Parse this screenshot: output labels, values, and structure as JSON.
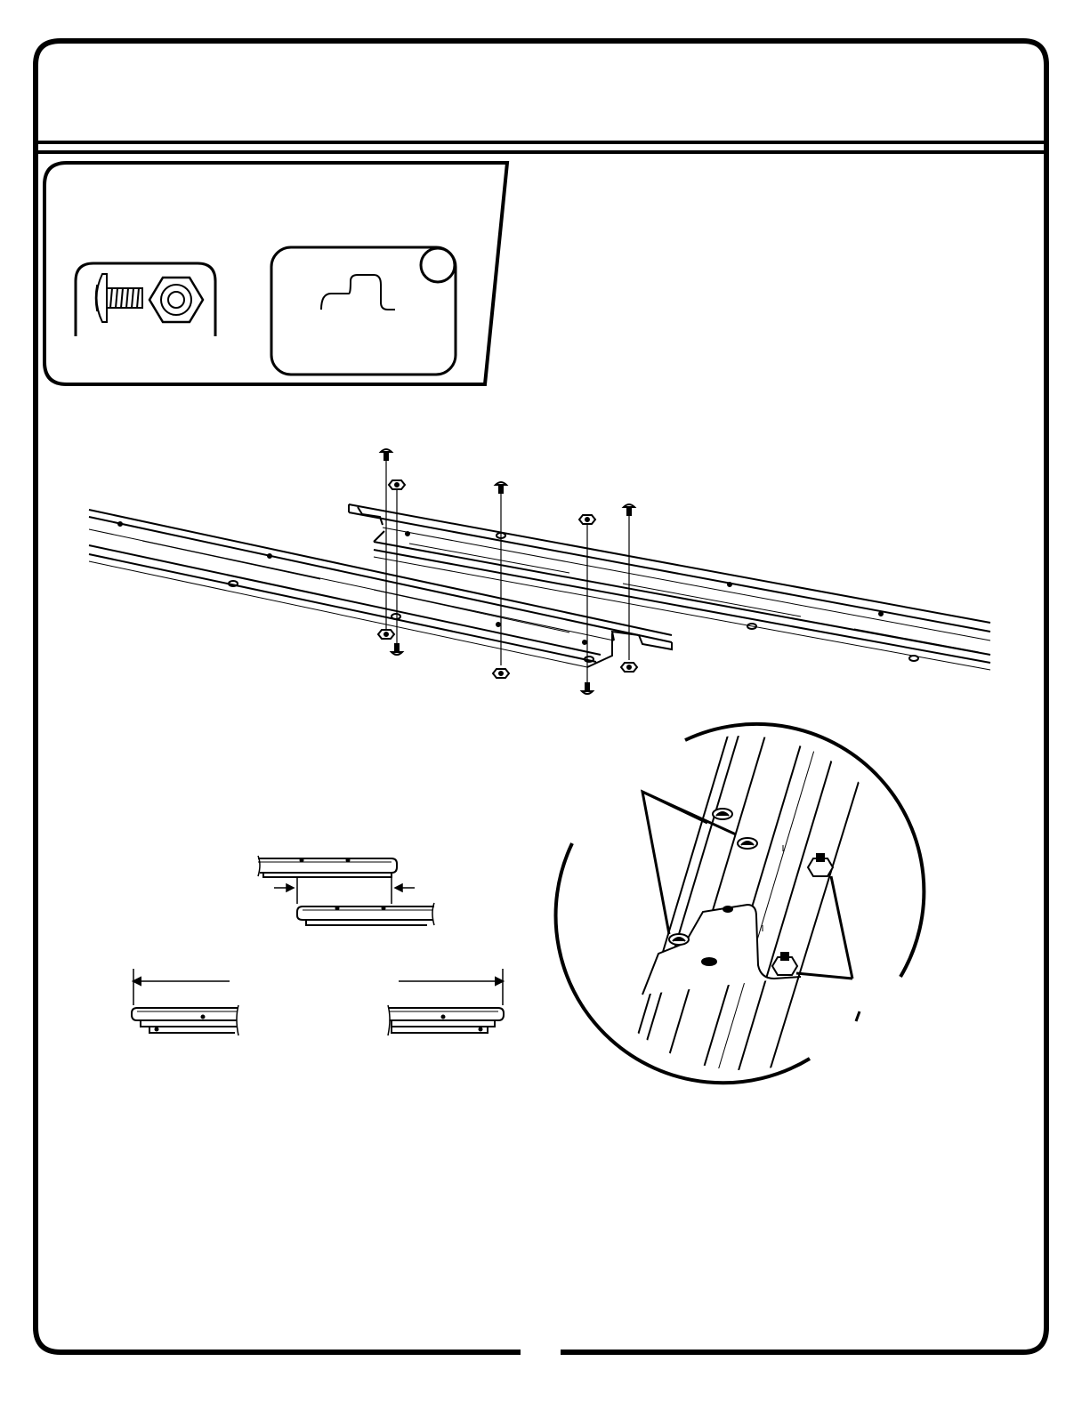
{
  "page": {
    "kind": "assembly-instruction-sheet",
    "colors": {
      "ink": "#000000",
      "paper": "#ffffff"
    }
  },
  "hardware_box": {
    "items": [
      {
        "name": "bolt-and-nut",
        "icon": "bolt-icon"
      },
      {
        "name": "step-bracket",
        "icon": "bracket-profile-icon"
      }
    ]
  }
}
